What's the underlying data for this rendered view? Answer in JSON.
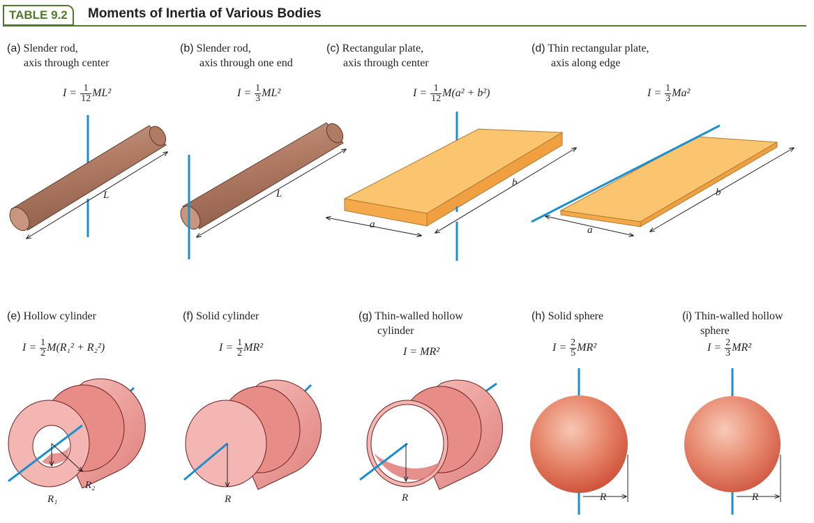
{
  "header": {
    "tag": "TABLE 9.2",
    "title": "Moments of Inertia of Various Bodies"
  },
  "panels": [
    {
      "key": "(a)",
      "line1": "Slender rod,",
      "line2": "axis through center",
      "formula": {
        "prefix": "I = ",
        "num": "1",
        "den": "12",
        "rest": "ML²"
      },
      "labels": [
        "L"
      ]
    },
    {
      "key": "(b)",
      "line1": "Slender rod,",
      "line2": "axis through one end",
      "formula": {
        "prefix": "I = ",
        "num": "1",
        "den": "3",
        "rest": "ML²"
      },
      "labels": [
        "L"
      ]
    },
    {
      "key": "(c)",
      "line1": "Rectangular plate,",
      "line2": "axis through center",
      "formula": {
        "prefix": "I = ",
        "num": "1",
        "den": "12",
        "rest": "M(a² + b²)"
      },
      "labels": [
        "a",
        "b"
      ]
    },
    {
      "key": "(d)",
      "line1": "Thin rectangular plate,",
      "line2": "axis along edge",
      "formula": {
        "prefix": "I = ",
        "num": "1",
        "den": "3",
        "rest": "Ma²"
      },
      "labels": [
        "a",
        "b"
      ]
    },
    {
      "key": "(e)",
      "line1": "Hollow cylinder",
      "line2": "",
      "formula": {
        "prefix": "I = ",
        "num": "1",
        "den": "2",
        "rest": "M(R₁² + R₂²)"
      },
      "labels": [
        "R₁",
        "R₂"
      ]
    },
    {
      "key": "(f)",
      "line1": "Solid cylinder",
      "line2": "",
      "formula": {
        "prefix": "I = ",
        "num": "1",
        "den": "2",
        "rest": "MR²"
      },
      "labels": [
        "R"
      ]
    },
    {
      "key": "(g)",
      "line1": "Thin-walled hollow",
      "line2": "cylinder",
      "formula": {
        "prefix": "I = ",
        "num": "",
        "den": "",
        "rest": "MR²"
      },
      "labels": [
        "R"
      ]
    },
    {
      "key": "(h)",
      "line1": "Solid sphere",
      "line2": "",
      "formula": {
        "prefix": "I = ",
        "num": "2",
        "den": "5",
        "rest": "MR²"
      },
      "labels": [
        "R"
      ]
    },
    {
      "key": "(i)",
      "line1": "Thin-walled hollow",
      "line2": "sphere",
      "formula": {
        "prefix": "I = ",
        "num": "2",
        "den": "3",
        "rest": "MR²"
      },
      "labels": [
        "R"
      ]
    }
  ],
  "colors": {
    "accent_green": "#4f7a2a",
    "axis_blue": "#1a8fd0",
    "rod_brown": "#b07a63",
    "plate_orange": "#fbc46e",
    "cylinder_pink": "#f1a9a5",
    "sphere_red": "#e06a50"
  }
}
